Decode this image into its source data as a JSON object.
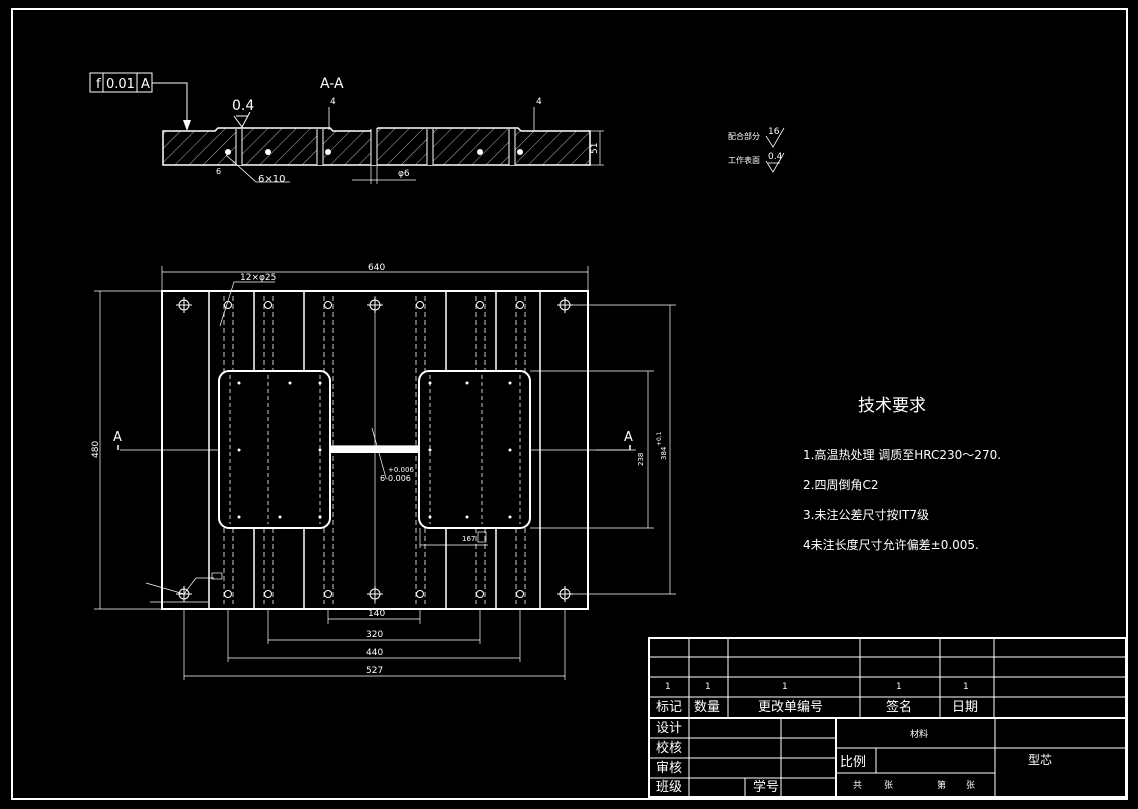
{
  "section": {
    "fcf_symbol": "f",
    "fcf_value": "0.01",
    "fcf_datum": "A",
    "title": "A-A",
    "rough_top": "0.4",
    "notch_left": "4",
    "notch_right": "4",
    "thickness": "51",
    "hole_dim": "6×10",
    "pin_dim": "φ6",
    "small_mark": "6"
  },
  "roughness_legend": [
    {
      "label": "配合部分",
      "value": "16"
    },
    {
      "label": "工作表面",
      "value": "0.4"
    }
  ],
  "plan": {
    "width_dim": "640",
    "height_dim": "480",
    "holes_label": "12×φ25",
    "section_left": "A",
    "section_right": "A",
    "tol_upper": "+0.006",
    "tol_main": "6-0.006",
    "dim_238": "238",
    "dim_ri": "+0.1",
    "dim_384": "384",
    "dim_167": "167",
    "dim_140": "140",
    "dim_320": "320",
    "dim_440": "440",
    "dim_527": "527"
  },
  "requirements": {
    "title": "技术要求",
    "items": [
      "1.高温热处理 调质至HRC230～270.",
      "2.四周倒角C2",
      "3.未注公差尺寸按IT7级",
      "4未注长度尺寸允许偏差±0.005."
    ]
  },
  "title_block": {
    "rev_marks": [
      "1",
      "1",
      "1",
      "1",
      "1"
    ],
    "headers": [
      "标记",
      "数量",
      "更改单编号",
      "签名",
      "日期"
    ],
    "rows": [
      "设计",
      "校核",
      "审核",
      "班级"
    ],
    "student_no": "学号",
    "material": "材料",
    "scale": "比例",
    "part_name": "型芯",
    "sheets_total_a": "共",
    "sheets_total_b": "张",
    "sheet_no_a": "第",
    "sheet_no_b": "张"
  }
}
